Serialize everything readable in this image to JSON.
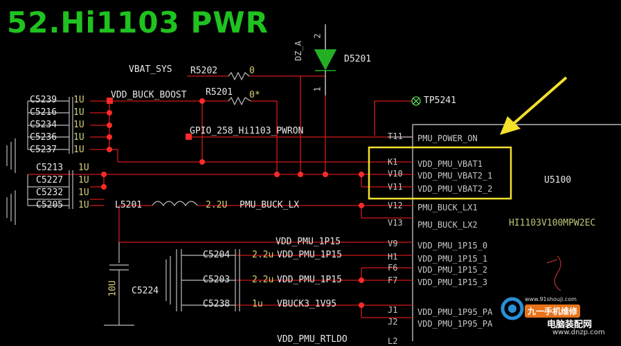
{
  "title": "52.Hi1103 PWR",
  "caps_left": [
    {
      "ref": "C5239",
      "val": "1U"
    },
    {
      "ref": "C5216",
      "val": "1U"
    },
    {
      "ref": "C5234",
      "val": "1U"
    },
    {
      "ref": "C5236",
      "val": "1U"
    },
    {
      "ref": "C5237",
      "val": "1U"
    }
  ],
  "caps_left2": [
    {
      "ref": "C5213",
      "val": "1U"
    },
    {
      "ref": "C5227",
      "val": "1U"
    },
    {
      "ref": "C5232",
      "val": "1U"
    },
    {
      "ref": "C5205",
      "val": "1U"
    }
  ],
  "nets": {
    "vbat_sys": "VBAT_SYS",
    "vdd_buck_boost": "VDD_BUCK_BOOST",
    "gpio": "GPIO_258_Hi1103_PWRON",
    "pmu_buck_lx": "PMU_BUCK_LX",
    "dz_a": "DZ_A",
    "vdd_pmu_1p15_a": "VDD_PMU_1P15",
    "vdd_pmu_1p15_b": "VDD_PMU_1P15",
    "vdd_pmu_1p15_c": "VDD_PMU_1P15",
    "vbuck3": "VBUCK3_1V95",
    "vdd_pmu_rtldo": "VDD_PMU_RTLDO"
  },
  "parts": {
    "r5202": "R5202",
    "r5202_val": "0",
    "r5201": "R5201",
    "r5201_val": "0*",
    "d5201": "D5201",
    "d_pin2": "2",
    "d_pin1": "1",
    "tp5241": "TP5241",
    "l5201": "L5201",
    "l5201_val": "2.2U",
    "c5204": "C5204",
    "c5204_val": "2.2u",
    "c5203": "C5203",
    "c5203_val": "2.2u",
    "c5238": "C5238",
    "c5238_val": "1u",
    "c5224": "C5224",
    "c5224_val": "10U",
    "u5100": "U5100",
    "u5100_part": "HI1103V100MPW2EC"
  },
  "pins": [
    {
      "num": "T11",
      "name": "PMU_POWER_ON"
    },
    {
      "num": "K1",
      "name": "VDD_PMU_VBAT1"
    },
    {
      "num": "V10",
      "name": "VDD_PMU_VBAT2_1"
    },
    {
      "num": "V11",
      "name": "VDD_PMU_VBAT2_2"
    },
    {
      "num": "V12",
      "name": "PMU_BUCK_LX1"
    },
    {
      "num": "V13",
      "name": "PMU_BUCK_LX2"
    },
    {
      "num": "V9",
      "name": "VDD_PMU_1P15_0"
    },
    {
      "num": "H1",
      "name": "VDD_PMU_1P15_1"
    },
    {
      "num": "F6",
      "name": "VDD_PMU_1P15_2"
    },
    {
      "num": "F7",
      "name": "VDD_PMU_1P15_3"
    },
    {
      "num": "J1",
      "name": "VDD_PMU_1P95_PA"
    },
    {
      "num": "J2",
      "name": "VDD_PMU_1P95_PA"
    },
    {
      "num": "L2",
      "name": ""
    }
  ],
  "watermark": {
    "brand": "九一手机维修",
    "site1": "www.91shouji.com",
    "name2": "电脑装配网",
    "site2": "www.dnzp.com"
  },
  "colors": {
    "wire": "#e01818",
    "node": "#ff2b2b",
    "title": "#1fc21f",
    "highlight": "#f3e12a",
    "arrow": "#f3e12a"
  }
}
